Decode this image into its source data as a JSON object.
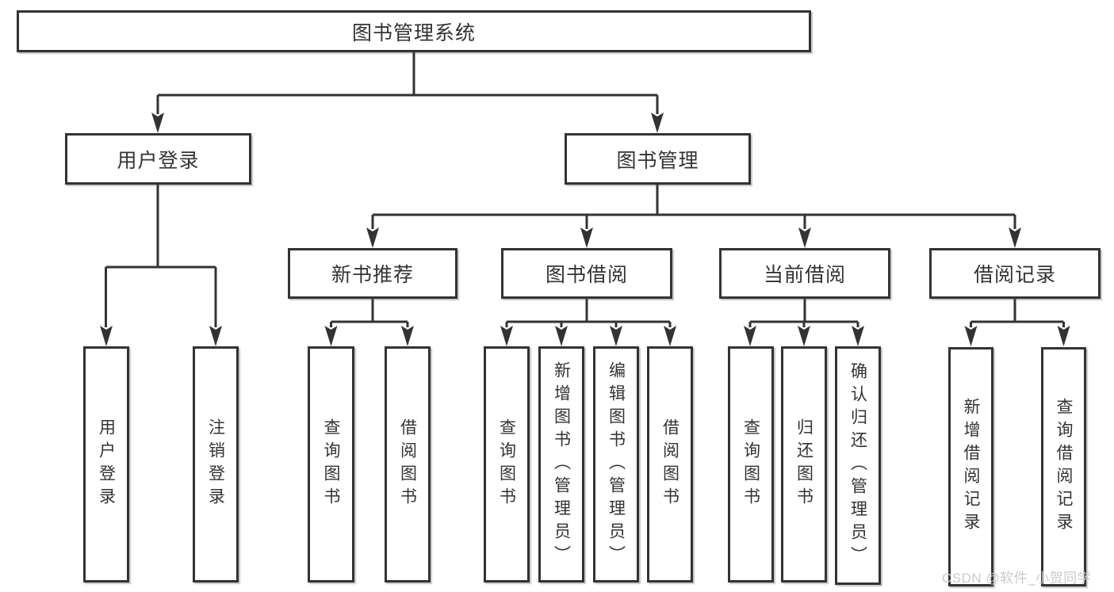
{
  "colors": {
    "background": "#ffffff",
    "line": "#333333",
    "box_border": "#333333",
    "box_fill": "#ffffff",
    "text": "#333333",
    "watermark_text": "#c6cbd0"
  },
  "tree": {
    "root": {
      "label": "图书管理系统"
    },
    "branches": [
      {
        "label": "用户登录",
        "children": [
          {
            "label": "用户登录"
          },
          {
            "label": "注销登录"
          }
        ]
      },
      {
        "label": "图书管理",
        "children": [
          {
            "label": "新书推荐",
            "children": [
              {
                "label": "查询图书"
              },
              {
                "label": "借阅图书"
              }
            ]
          },
          {
            "label": "图书借阅",
            "children": [
              {
                "label": "查询图书"
              },
              {
                "label": "新增图书（管理员）"
              },
              {
                "label": "编辑图书（管理员）"
              },
              {
                "label": "借阅图书"
              }
            ]
          },
          {
            "label": "当前借阅",
            "children": [
              {
                "label": "查询图书"
              },
              {
                "label": "归还图书"
              },
              {
                "label": "确认归还（管理员）"
              }
            ]
          },
          {
            "label": "借阅记录",
            "children": [
              {
                "label": "新增借阅记录"
              },
              {
                "label": "查询借阅记录"
              }
            ]
          }
        ]
      }
    ]
  },
  "watermark": "CSDN @软件_小贺同学"
}
